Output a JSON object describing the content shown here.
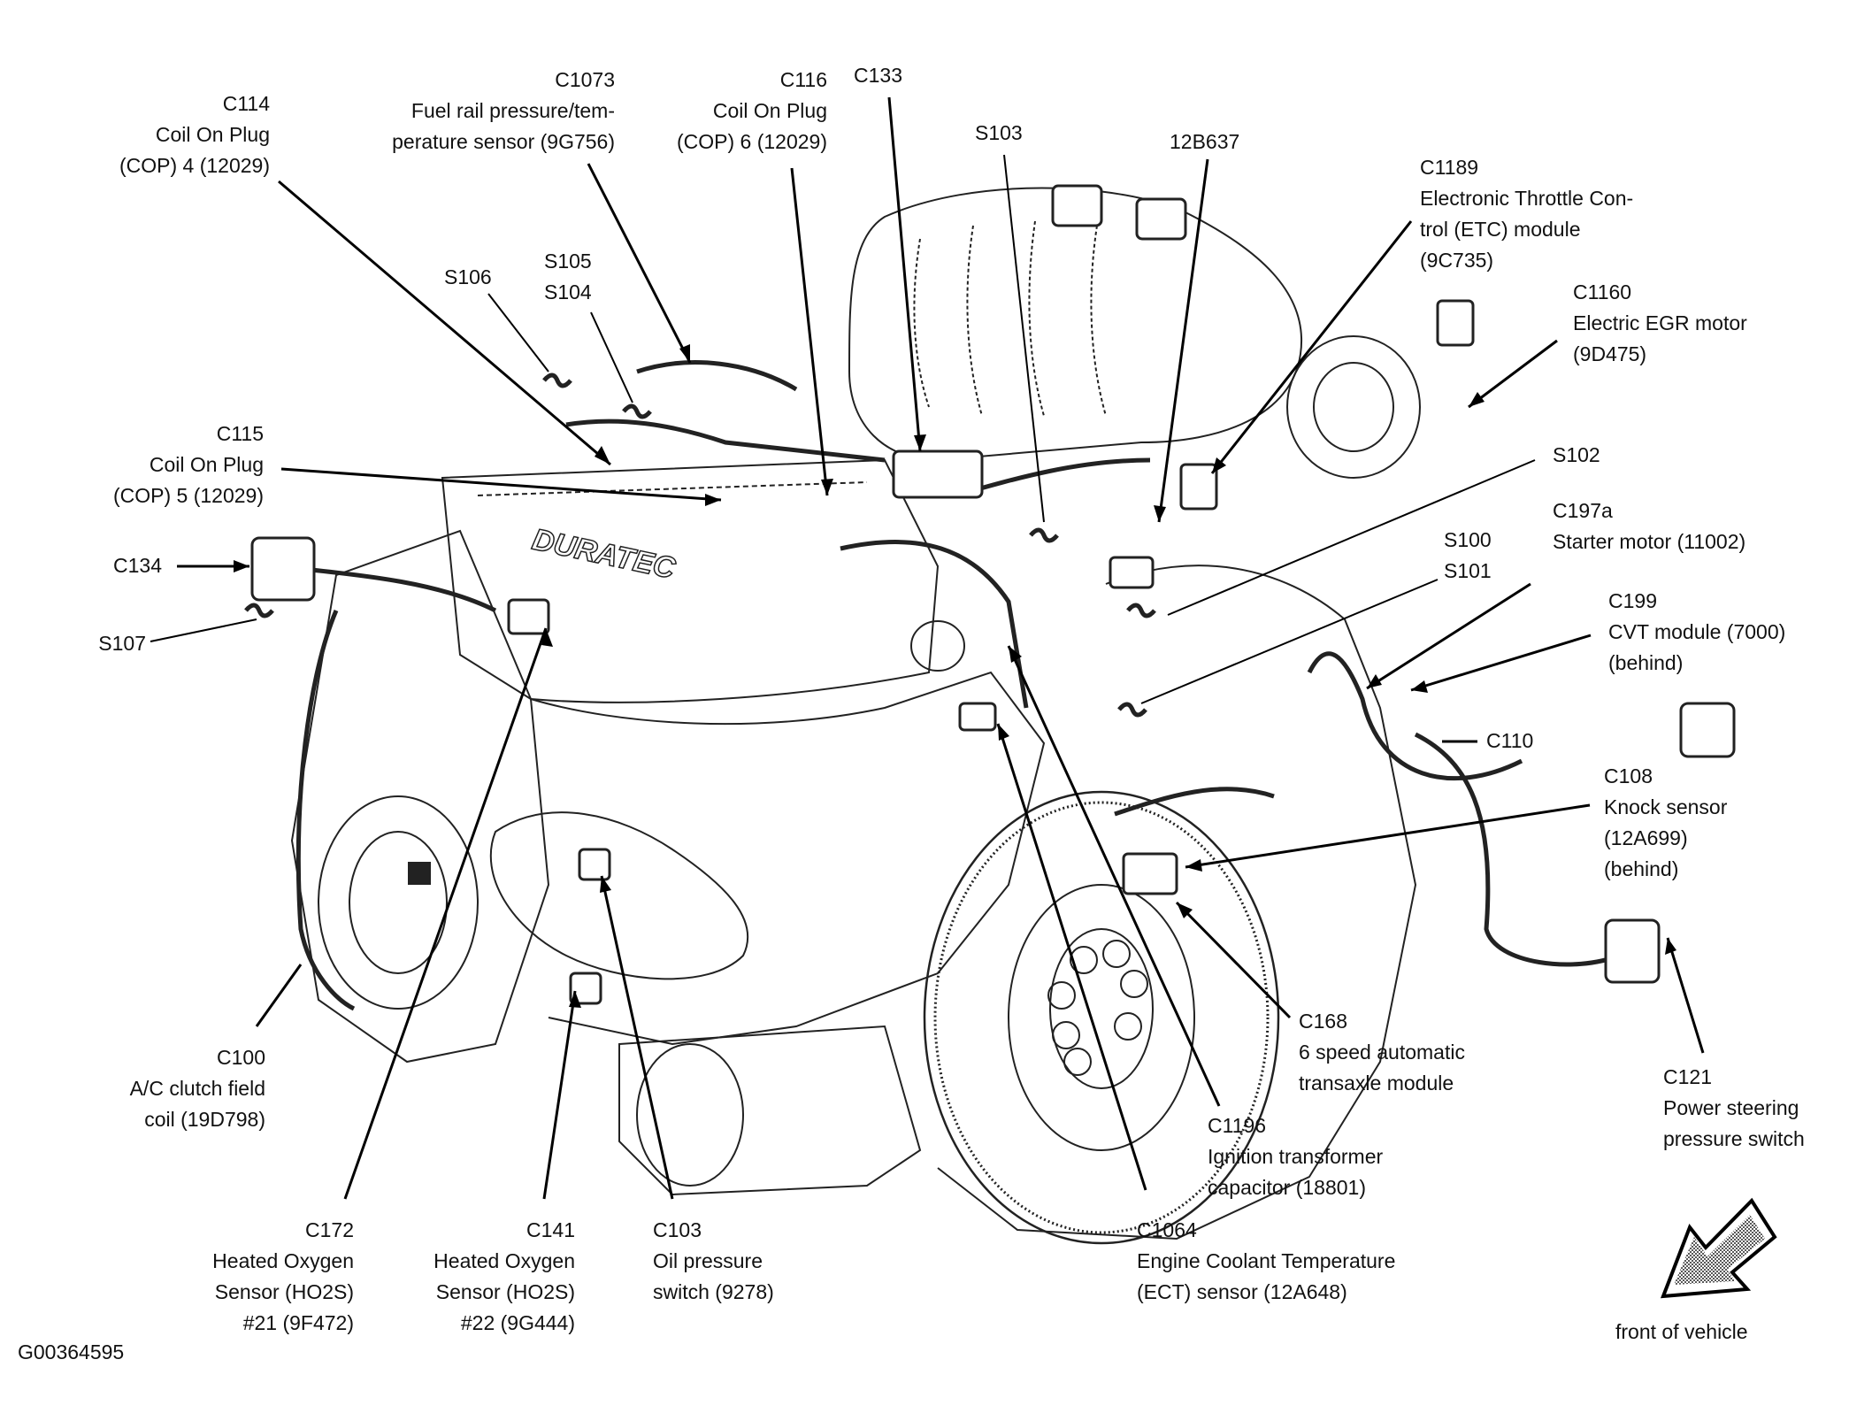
{
  "figure_id": "G00364595",
  "emblem_text": "DURATEC",
  "orientation": {
    "label": "front of vehicle",
    "arrow": "down-left"
  },
  "callouts": [
    {
      "id": "C114",
      "lines": [
        "C114",
        "Coil On Plug",
        "(COP) 4 (12029)"
      ]
    },
    {
      "id": "C1073",
      "lines": [
        "C1073",
        "Fuel rail pressure/tem-",
        "perature sensor (9G756)"
      ]
    },
    {
      "id": "C116",
      "lines": [
        "C116",
        "Coil On Plug",
        "(COP) 6 (12029)"
      ]
    },
    {
      "id": "C133",
      "lines": [
        "C133"
      ]
    },
    {
      "id": "S103",
      "lines": [
        "S103"
      ]
    },
    {
      "id": "12B637",
      "lines": [
        "12B637"
      ]
    },
    {
      "id": "C1189",
      "lines": [
        "C1189",
        "Electronic Throttle Con-",
        "trol (ETC) module",
        "(9C735)"
      ]
    },
    {
      "id": "C1160",
      "lines": [
        "C1160",
        "Electric EGR motor",
        "(9D475)"
      ]
    },
    {
      "id": "S106",
      "lines": [
        "S106"
      ]
    },
    {
      "id": "S105",
      "lines": [
        "S105",
        "S104"
      ]
    },
    {
      "id": "C115",
      "lines": [
        "C115",
        "Coil On Plug",
        "(COP) 5 (12029)"
      ]
    },
    {
      "id": "S102",
      "lines": [
        "S102"
      ]
    },
    {
      "id": "C197a",
      "lines": [
        "C197a",
        "Starter motor (11002)"
      ]
    },
    {
      "id": "S100",
      "lines": [
        "S100",
        "S101"
      ]
    },
    {
      "id": "C134",
      "lines": [
        "C134"
      ]
    },
    {
      "id": "S107",
      "lines": [
        "S107"
      ]
    },
    {
      "id": "C199",
      "lines": [
        "C199",
        "CVT module (7000)",
        "(behind)"
      ]
    },
    {
      "id": "C110",
      "lines": [
        "C110"
      ]
    },
    {
      "id": "C108",
      "lines": [
        "C108",
        "Knock sensor",
        "(12A699)",
        "(behind)"
      ]
    },
    {
      "id": "C168",
      "lines": [
        "C168",
        "6 speed automatic",
        "transaxle module"
      ]
    },
    {
      "id": "C121",
      "lines": [
        "C121",
        "Power steering",
        "pressure switch"
      ]
    },
    {
      "id": "C1196",
      "lines": [
        "C1196",
        "Ignition transformer",
        "capacitor (18801)"
      ]
    },
    {
      "id": "C100",
      "lines": [
        "C100",
        "A/C clutch field",
        "coil (19D798)"
      ]
    },
    {
      "id": "C172",
      "lines": [
        "C172",
        "Heated Oxygen",
        "Sensor (HO2S)",
        "#21 (9F472)"
      ]
    },
    {
      "id": "C141",
      "lines": [
        "C141",
        "Heated Oxygen",
        "Sensor (HO2S)",
        "#22 (9G444)"
      ]
    },
    {
      "id": "C103",
      "lines": [
        "C103",
        "Oil pressure",
        "switch (9278)"
      ]
    },
    {
      "id": "C1064",
      "lines": [
        "C1064",
        "Engine Coolant Temperature",
        "(ECT) sensor (12A648)"
      ]
    }
  ]
}
